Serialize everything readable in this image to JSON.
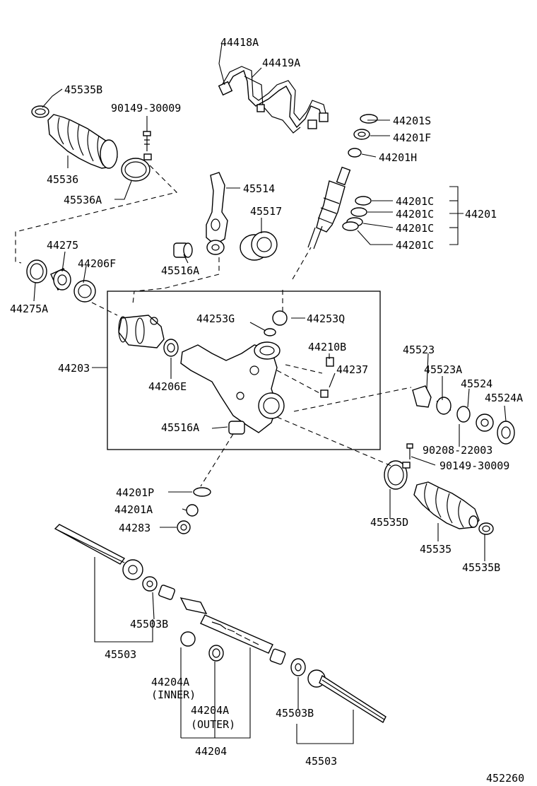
{
  "diagram": {
    "labels": {
      "p44418A": "44418A",
      "p44419A": "44419A",
      "p45535B_top": "45535B",
      "p90149_30009_top": "90149-30009",
      "p44201S": "44201S",
      "p44201F": "44201F",
      "p44201H": "44201H",
      "p45536": "45536",
      "p45514": "45514",
      "p45536A": "45536A",
      "p44201C_1": "44201C",
      "p44201C_2": "44201C",
      "p44201C_3": "44201C",
      "p44201C_4": "44201C",
      "p44201": "44201",
      "p45517": "45517",
      "p44275": "44275",
      "p44206F": "44206F",
      "p45516A_top": "45516A",
      "p44275A": "44275A",
      "p44253G": "44253G",
      "p44253Q": "44253Q",
      "p44210B": "44210B",
      "p45523": "45523",
      "p44203": "44203",
      "p44237": "44237",
      "p45523A": "45523A",
      "p44206E": "44206E",
      "p45524": "45524",
      "p45524A": "45524A",
      "p45516A_box": "45516A",
      "p90208_22003": "90208-22003",
      "p90149_30009_right": "90149-30009",
      "p44201P": "44201P",
      "p44201A": "44201A",
      "p45535D": "45535D",
      "p44283": "44283",
      "p45535": "45535",
      "p45535B_right": "45535B",
      "p45503B_left": "45503B",
      "p45503_left": "45503",
      "p44204A_inner": "44204A",
      "p44204A_inner_note": "(INNER)",
      "p44204A_outer": "44204A",
      "p44204A_outer_note": "(OUTER)",
      "p45503B_right": "45503B",
      "p44204": "44204",
      "p45503_right": "45503",
      "figure_id": "452260"
    }
  }
}
